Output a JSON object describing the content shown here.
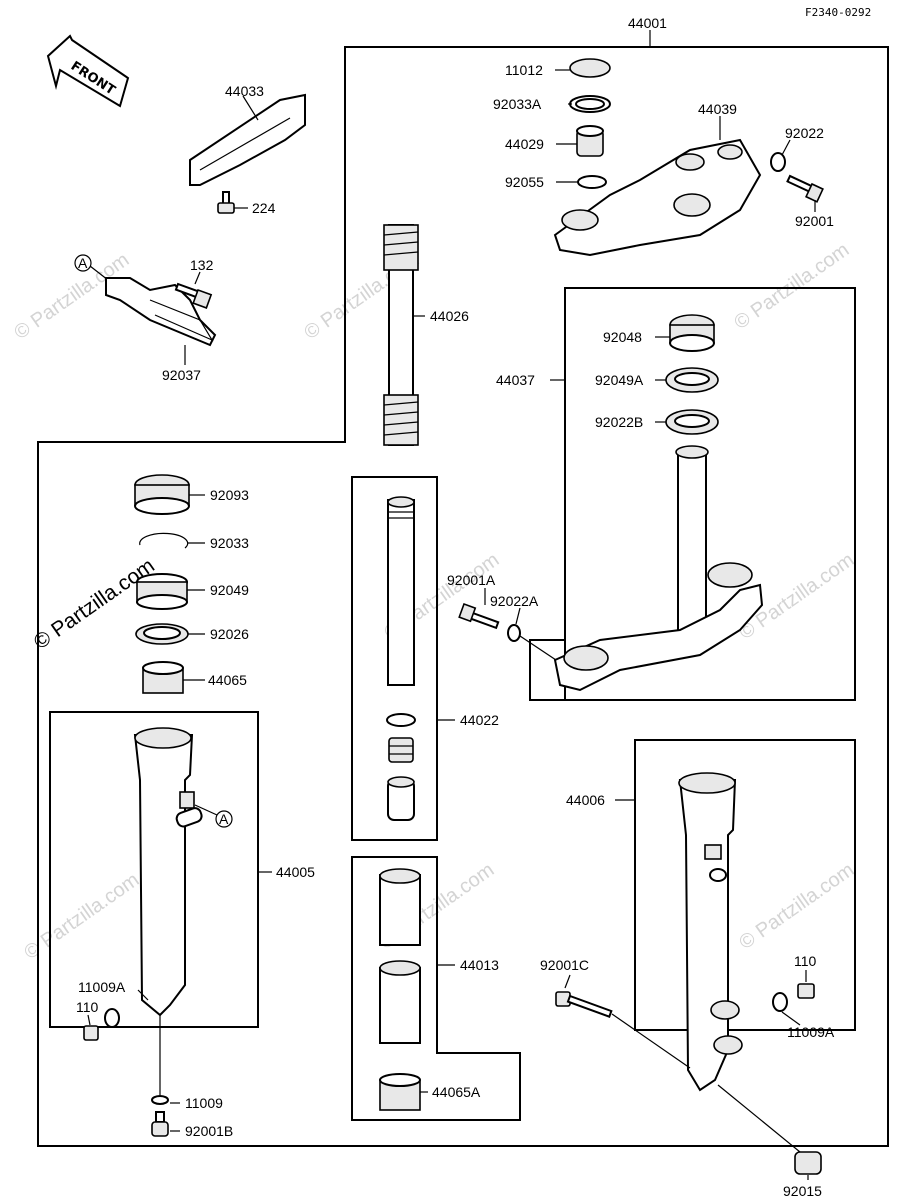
{
  "drawing_code": "F2340-0292",
  "watermark_text": "© Partzilla.com",
  "front_arrow": {
    "label": "FRONT",
    "icon": "front-arrow-icon"
  },
  "ref_marker": "A",
  "parts": {
    "p44001": "44001",
    "p11012": "11012",
    "p92033A": "92033A",
    "p44029": "44029",
    "p92055": "92055",
    "p44039": "44039",
    "p92022": "92022",
    "p92001": "92001",
    "p44033": "44033",
    "p224": "224",
    "p132": "132",
    "p92037": "92037",
    "p44026": "44026",
    "p92048": "92048",
    "p44037": "44037",
    "p92049A": "92049A",
    "p92022B": "92022B",
    "p92001A": "92001A",
    "p92022A": "92022A",
    "p92093": "92093",
    "p92033": "92033",
    "p92049": "92049",
    "p92026": "92026",
    "p44065": "44065",
    "p44022": "44022",
    "p44005": "44005",
    "p44006": "44006",
    "p11009A_left": "11009A",
    "p110_left": "110",
    "p11009": "11009",
    "p92001B": "92001B",
    "p44013": "44013",
    "p44065A": "44065A",
    "p92001C": "92001C",
    "p110_right": "110",
    "p11009A_right": "11009A",
    "p92015": "92015"
  }
}
